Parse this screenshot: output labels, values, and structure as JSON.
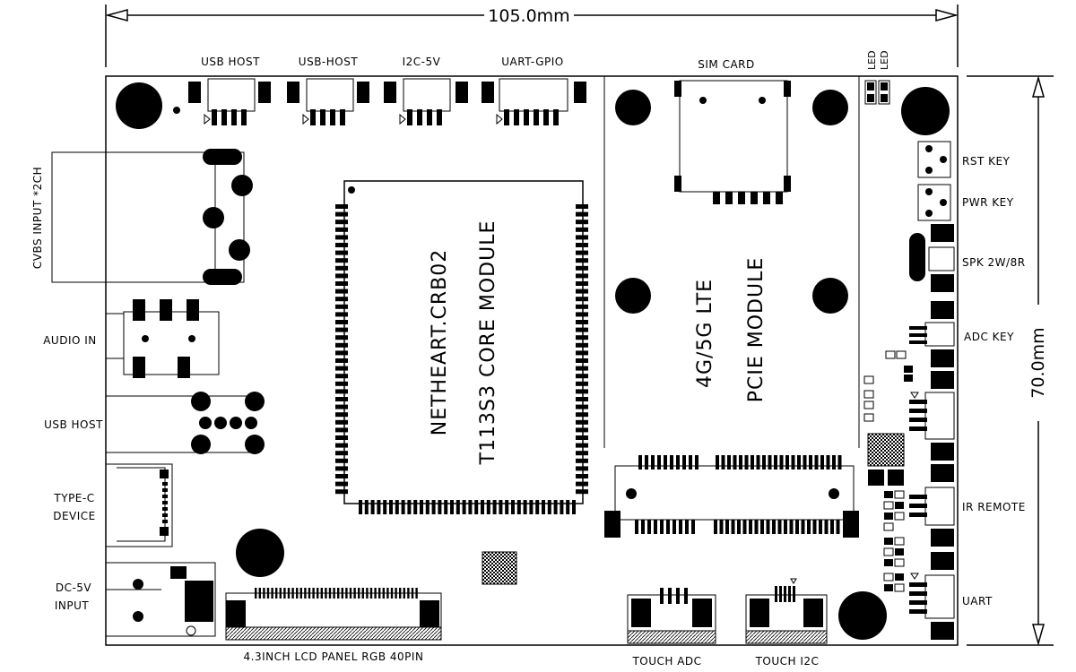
{
  "dimensions": {
    "width": "105.0mm",
    "height": "70.0mm"
  },
  "top_labels": {
    "usb_host": "USB HOST",
    "usb_host2": "USB-HOST",
    "i2c": "I2C-5V",
    "uart_gpio": "UART-GPIO",
    "sim_card": "SIM CARD",
    "led1": "LED",
    "led2": "LED"
  },
  "left_labels": {
    "cvbs": "CVBS INPUT *2CH",
    "audio": "AUDIO IN",
    "usb_host": "USB HOST",
    "typec_1": "TYPE-C",
    "typec_2": "DEVICE",
    "dc_1": "DC-5V",
    "dc_2": "INPUT"
  },
  "right_labels": {
    "rst": "RST KEY",
    "pwr": "PWR KEY",
    "spk": "SPK 2W/8R",
    "adc": "ADC KEY",
    "ir": "IR REMOTE",
    "uart": "UART"
  },
  "bottom_labels": {
    "lcd": "4.3INCH LCD PANEL RGB 40PIN",
    "touch_adc": "TOUCH ADC",
    "touch_i2c": "TOUCH I2C"
  },
  "core_module": {
    "line1": "NETHEART.CRB02",
    "line2": "T113S3 CORE MODULE"
  },
  "pcie_module": {
    "line1": "4G/5G LTE",
    "line2": "PCIE MODULE"
  }
}
